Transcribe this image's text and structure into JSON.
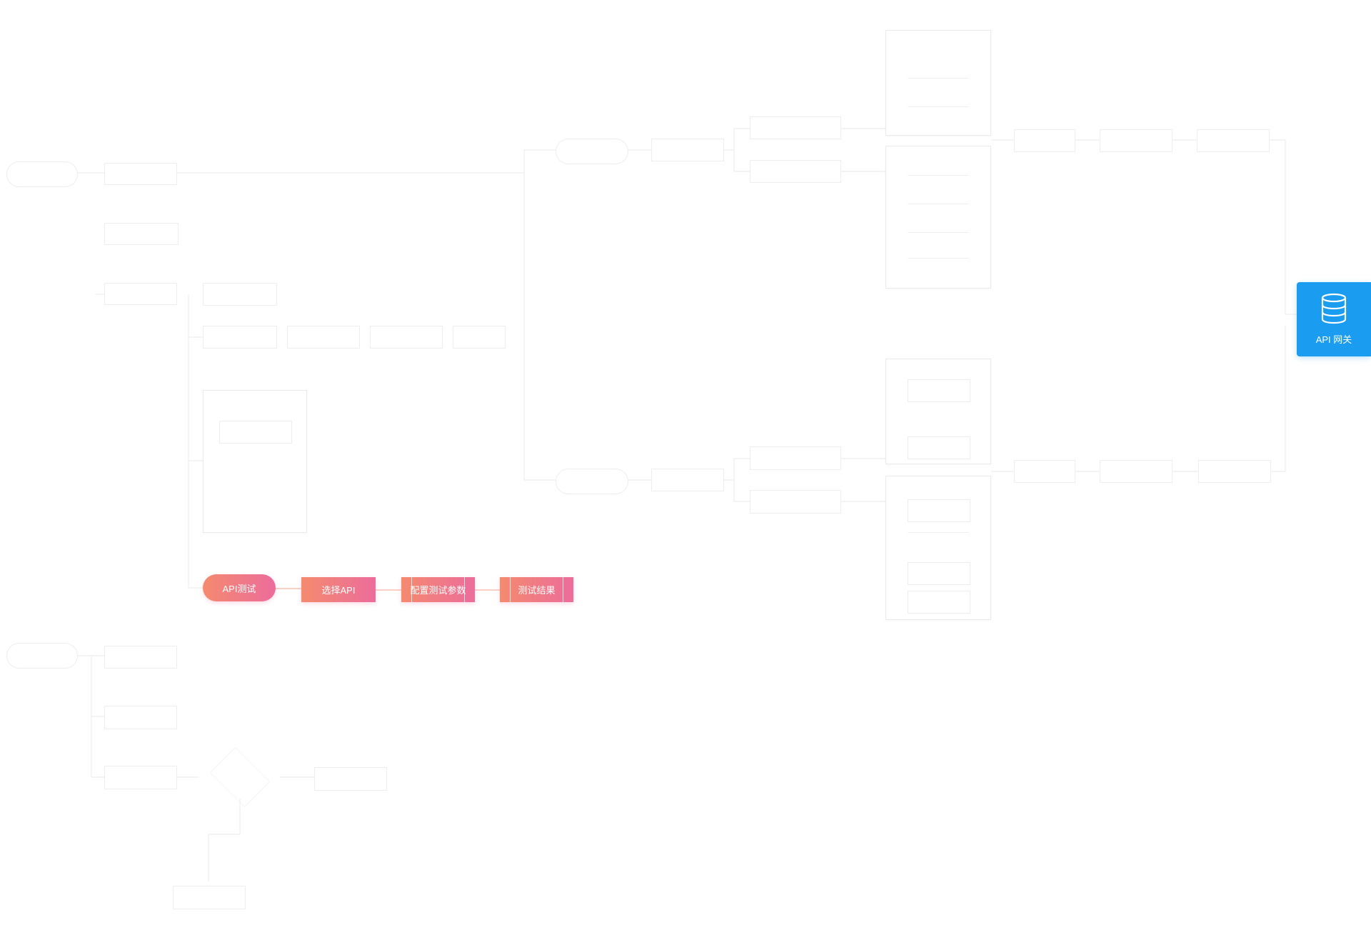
{
  "flow": {
    "start_label": "API测试",
    "steps": [
      "选择API",
      "配置测试参数",
      "测试结果"
    ]
  },
  "gateway": {
    "label": "API 网关",
    "icon": "database-icon",
    "color": "#1a9cf0"
  },
  "colors": {
    "gradient_start": "#f48a6f",
    "gradient_end": "#ec6c9b"
  }
}
